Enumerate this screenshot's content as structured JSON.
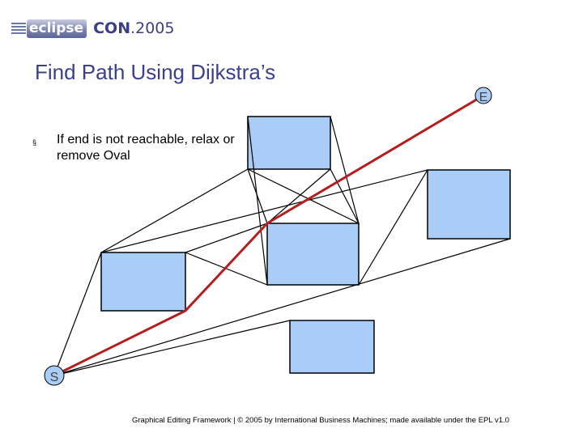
{
  "header": {
    "logo_left": "eclipse",
    "logo_con": "CON",
    "logo_year": ".2005"
  },
  "slide": {
    "title": "Find Path Using Dijkstra’s",
    "bullet": "If end is not reachable, relax or remove Oval",
    "bullet_mark": "§"
  },
  "diagram": {
    "end_label": "E",
    "start_label": "S",
    "colors": {
      "box_fill": "#a9cdf6",
      "path": "#b41e1e",
      "edge": "#000000",
      "node_fill": "#a9cdf6"
    }
  },
  "footer": {
    "text": "Graphical Editing Framework | © 2005 by International Business Machines; made available under the EPL v1.0"
  }
}
